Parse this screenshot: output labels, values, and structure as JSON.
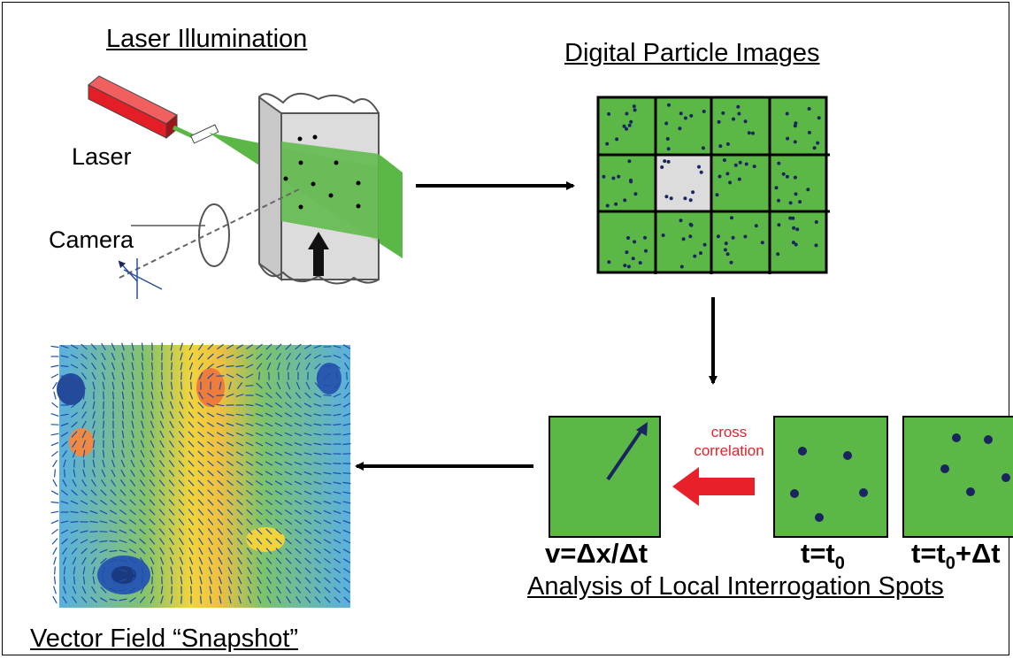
{
  "titles": {
    "laser_illumination": "Laser Illumination",
    "digital_particle_images": "Digital Particle Images",
    "analysis": "Analysis of Local Interrogation Spots",
    "vector_field": "Vector Field “Snapshot”"
  },
  "labels": {
    "laser": "Laser",
    "camera": "Camera",
    "cross": "cross",
    "correlation": "correlation"
  },
  "formulas": {
    "velocity": "v=Δx/Δt",
    "t0_prefix": "t=t",
    "t0_sub": "0",
    "t1_prefix": "t=t",
    "t1_sub": "0",
    "t1_suffix": "+Δt"
  },
  "colors": {
    "green_fill": "#5cb846",
    "particle": "#1a2560",
    "laser_red": "#e41e26",
    "arrow_red": "#e8202a",
    "vector_blue": "#2255aa"
  },
  "icons": [
    "laser-device-icon",
    "camera-lens-icon",
    "flow-arrow-icon"
  ]
}
